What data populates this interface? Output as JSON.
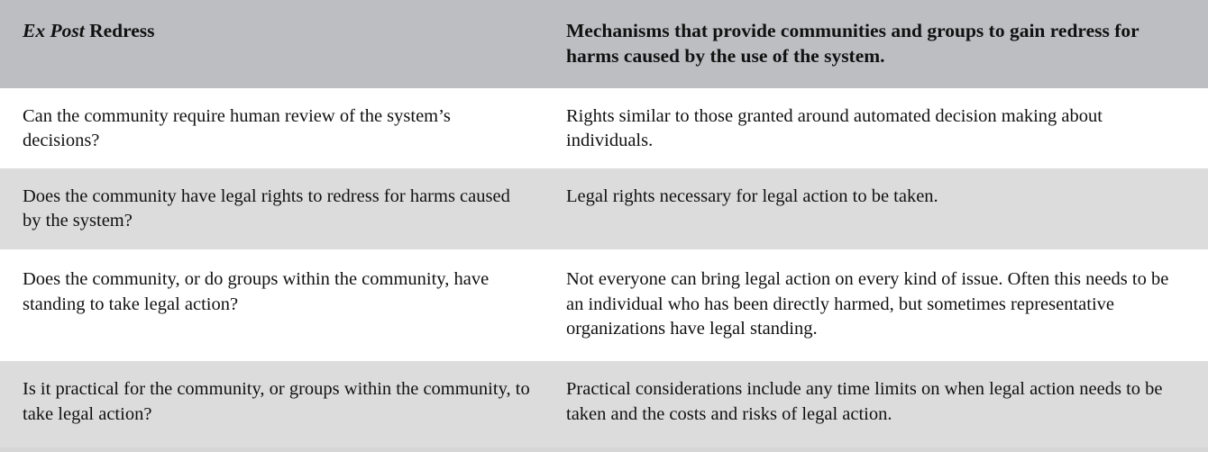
{
  "table": {
    "header": {
      "left_emphasis": "Ex Post",
      "left_rest": " Redress",
      "right": "Mechanisms that provide communities and groups to gain redress for harms caused by the use of the system."
    },
    "columns": [
      "Ex Post Redress",
      "Mechanisms that provide communities and groups to gain redress for harms caused by the use of the system."
    ],
    "rows": [
      {
        "question": "Can the community require human review of the system’s decisions?",
        "answer": "Rights similar to those granted around automated decision making about individuals."
      },
      {
        "question": "Does the community have legal rights to redress for harms caused by the system?",
        "answer": "Legal rights necessary for legal action to be taken."
      },
      {
        "question": "Does the community, or do groups within the community, have standing to take legal action?",
        "answer": "Not everyone can bring legal action on every kind of issue. Often this needs to be an individual who has been directly harmed, but sometimes representative organizations have legal standing."
      },
      {
        "question": "Is it practical for the community, or groups within the community, to take legal action?",
        "answer": "Practical considerations include any time limits on when legal action needs to be taken and the costs and risks of legal action."
      }
    ]
  },
  "colors": {
    "header_background": "#bdbec2",
    "row_alt_background": "#dcdcdd",
    "row_background": "#ffffff",
    "text": "#111111"
  }
}
